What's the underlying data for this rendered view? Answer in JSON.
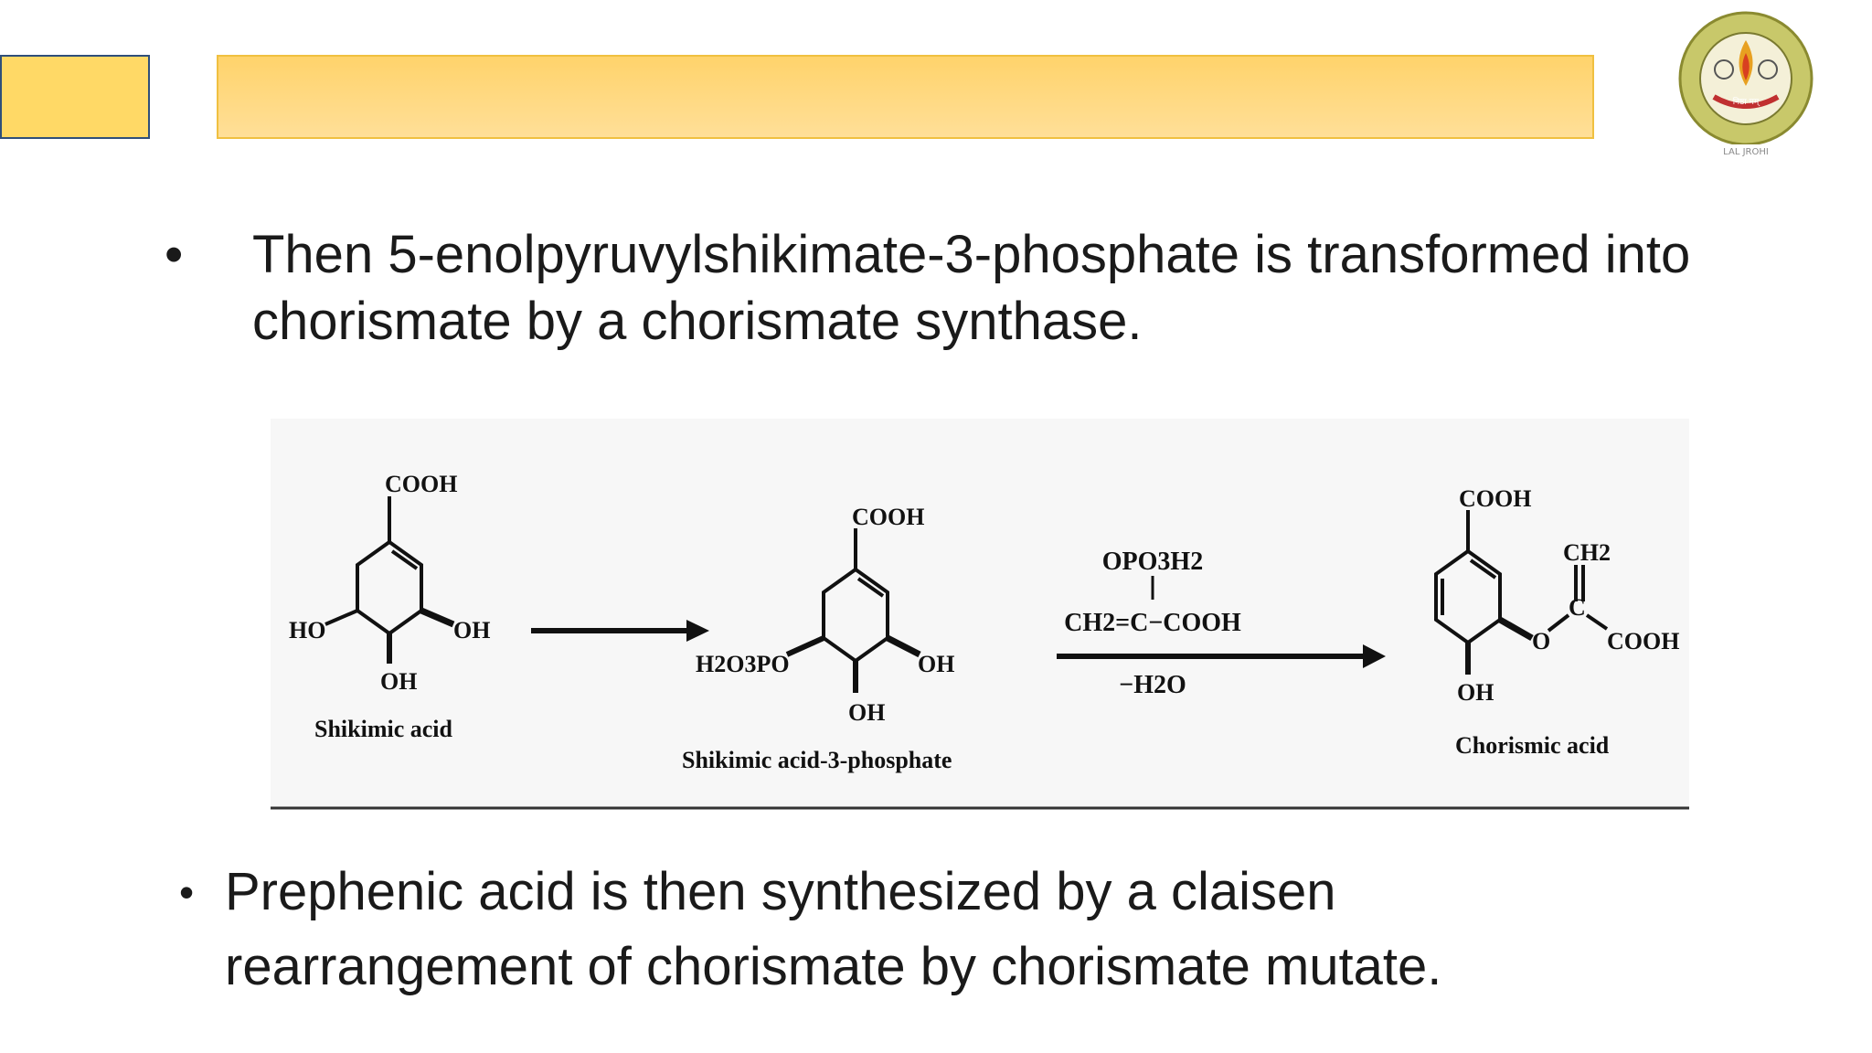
{
  "bullets": [
    "Then 5-enolpyruvylshikimate-3-phosphate is transformed into chorismate by a chorismate synthase.",
    "Prephenic acid is then synthesized by a claisen rearrangement of chorismate by chorismate mutate."
  ],
  "bullet_symbol": "•",
  "scheme": {
    "mol1": {
      "top_group": "COOH",
      "left_group": "HO",
      "right_group": "OH",
      "bottom_group": "OH",
      "name": "Shikimic acid"
    },
    "mol2": {
      "top_group": "COOH",
      "left_group": "H2O3PO",
      "right_group": "OH",
      "bottom_group": "OH",
      "name": "Shikimic acid-3-phosphate"
    },
    "reagent": {
      "line1": "OPO3H2",
      "line2": "CH2=C−COOH",
      "line3": "−H2O"
    },
    "mol3": {
      "top_group": "COOH",
      "bottom_group": "OH",
      "ether_o": "O",
      "ch2": "CH2",
      "c": "C",
      "cooh": "COOH",
      "name": "Chorismic acid"
    }
  },
  "logo": {
    "inner_text": "निष्ठा मम्",
    "bottom_text": "LAL JROHI"
  },
  "colors": {
    "accent": "#ffd966",
    "bar": "#ffd36b",
    "bar_border": "#f0c040"
  }
}
